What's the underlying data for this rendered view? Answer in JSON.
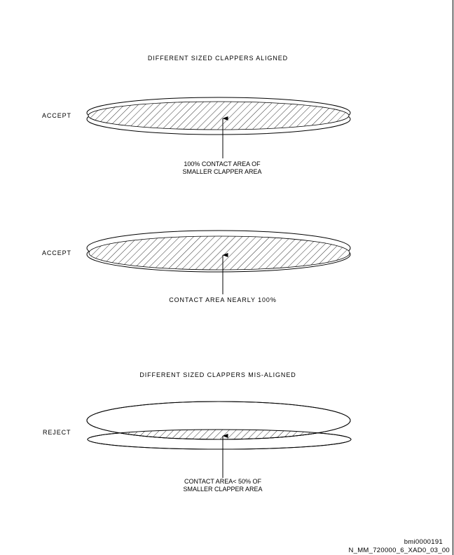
{
  "headings": {
    "aligned": "DIFFERENT SIZED CLAPPERS ALIGNED",
    "misaligned": "DIFFERENT SIZED CLAPPERS MIS-ALIGNED"
  },
  "cases": [
    {
      "verdict": "ACCEPT",
      "callout": [
        "100% CONTACT AREA OF",
        "SMALLER CLAPPER AREA"
      ]
    },
    {
      "verdict": "ACCEPT",
      "callout": [
        "CONTACT AREA NEARLY 100%"
      ]
    },
    {
      "verdict": "REJECT",
      "callout": [
        "CONTACT AREA< 50% OF",
        "SMALLER CLAPPER AREA"
      ]
    }
  ],
  "footer": {
    "figure_id": "bmi0000191",
    "drawing_ref": "N_MM_720000_6_XAD0_03_00"
  }
}
